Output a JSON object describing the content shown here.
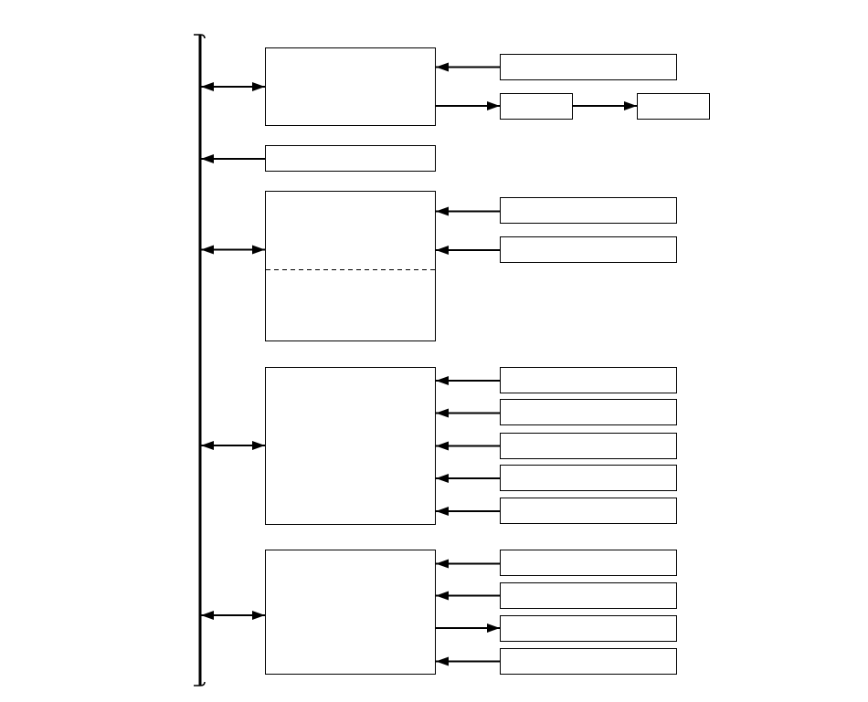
{
  "diagram": {
    "type": "block-diagram",
    "colors": {
      "line": "#000000",
      "background": "#ffffff"
    },
    "bus": {
      "name": "system-bus",
      "label": ""
    },
    "blocks": [
      {
        "id": "module-a",
        "label": ""
      },
      {
        "id": "module-b",
        "label": ""
      },
      {
        "id": "module-c",
        "label": "",
        "divided": true
      },
      {
        "id": "module-d",
        "label": ""
      },
      {
        "id": "module-e",
        "label": ""
      }
    ],
    "peripherals": [
      {
        "id": "a-in-1",
        "label": ""
      },
      {
        "id": "a-out-1",
        "label": ""
      },
      {
        "id": "a-out-2",
        "label": ""
      },
      {
        "id": "c-in-1",
        "label": ""
      },
      {
        "id": "c-in-2",
        "label": ""
      },
      {
        "id": "d-in-1",
        "label": ""
      },
      {
        "id": "d-in-2",
        "label": ""
      },
      {
        "id": "d-in-3",
        "label": ""
      },
      {
        "id": "d-in-4",
        "label": ""
      },
      {
        "id": "d-in-5",
        "label": ""
      },
      {
        "id": "e-in-1",
        "label": ""
      },
      {
        "id": "e-in-2",
        "label": ""
      },
      {
        "id": "e-out-1",
        "label": ""
      },
      {
        "id": "e-in-3",
        "label": ""
      }
    ],
    "connections": [
      {
        "from": "system-bus",
        "to": "module-a",
        "direction": "both"
      },
      {
        "from": "module-b",
        "to": "system-bus",
        "direction": "one-way"
      },
      {
        "from": "system-bus",
        "to": "module-c",
        "direction": "both"
      },
      {
        "from": "system-bus",
        "to": "module-d",
        "direction": "both"
      },
      {
        "from": "system-bus",
        "to": "module-e",
        "direction": "both"
      },
      {
        "from": "a-in-1",
        "to": "module-a",
        "direction": "one-way"
      },
      {
        "from": "module-a",
        "to": "a-out-1",
        "direction": "one-way"
      },
      {
        "from": "a-out-1",
        "to": "a-out-2",
        "direction": "one-way"
      },
      {
        "from": "c-in-1",
        "to": "module-c",
        "direction": "one-way"
      },
      {
        "from": "c-in-2",
        "to": "module-c",
        "direction": "one-way"
      },
      {
        "from": "d-in-1",
        "to": "module-d",
        "direction": "one-way"
      },
      {
        "from": "d-in-2",
        "to": "module-d",
        "direction": "one-way"
      },
      {
        "from": "d-in-3",
        "to": "module-d",
        "direction": "one-way"
      },
      {
        "from": "d-in-4",
        "to": "module-d",
        "direction": "one-way"
      },
      {
        "from": "d-in-5",
        "to": "module-d",
        "direction": "one-way"
      },
      {
        "from": "e-in-1",
        "to": "module-e",
        "direction": "one-way"
      },
      {
        "from": "e-in-2",
        "to": "module-e",
        "direction": "one-way"
      },
      {
        "from": "module-e",
        "to": "e-out-1",
        "direction": "one-way"
      },
      {
        "from": "e-in-3",
        "to": "module-e",
        "direction": "one-way"
      }
    ]
  }
}
